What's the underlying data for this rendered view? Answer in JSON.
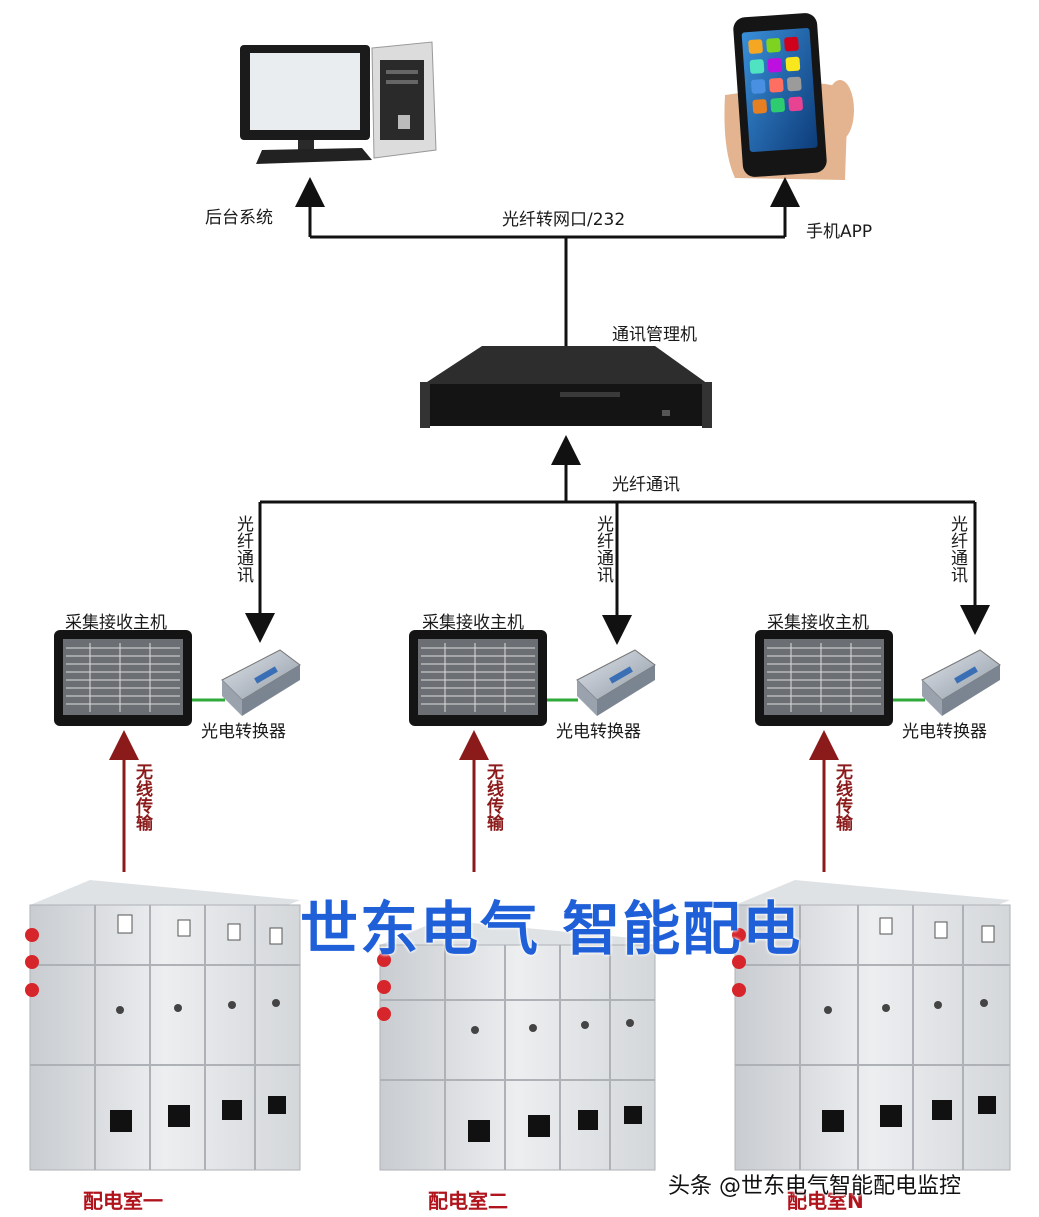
{
  "labels": {
    "backend": "后台系统",
    "mobile": "手机APP",
    "fiber_network": "光纤转网口/232",
    "comm_manager": "通讯管理机",
    "fiber_comm_main": "光纤通讯",
    "fiber_comm_vertical": "光纤通讯",
    "collector": "采集接收主机",
    "converter": "光电转换器",
    "wireless": "无线传输"
  },
  "rooms": [
    "配电室一",
    "配电室二",
    "配电室N"
  ],
  "banner": "世东电气 智能配电",
  "watermark": "头条 @世东电气智能配电监控",
  "icons": [
    "desktop-computer-icon",
    "smartphone-icon",
    "rack-server-icon",
    "touchscreen-host-icon",
    "fiber-converter-icon",
    "switchgear-cabinet-icon"
  ],
  "colors": {
    "line": "#111111",
    "wireless_arrow": "#8b1a1a",
    "banner": "#1f5fd8",
    "room": "#b0141d",
    "converter_link": "#2eaa3a"
  }
}
